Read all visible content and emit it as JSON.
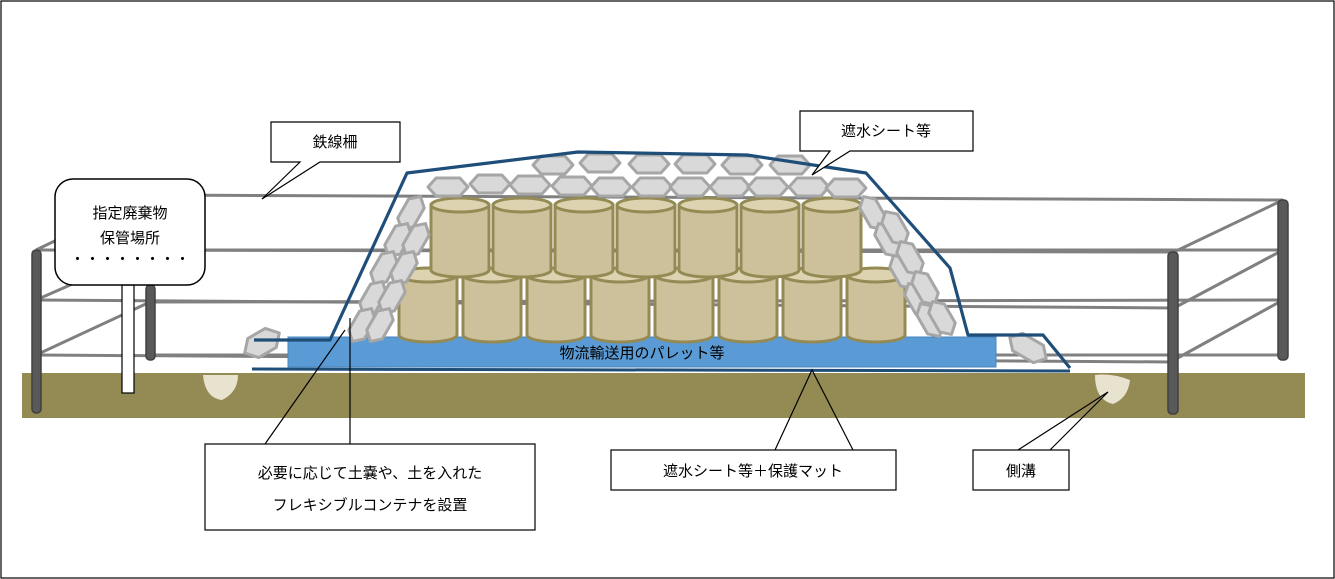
{
  "labels": {
    "fence": "鉄線柵",
    "waterproof_sheet": "遮水シート等",
    "sign_line1": "指定廃棄物",
    "sign_line2": "保管場所",
    "sign_line3": "・・・・・・・・",
    "pallet": "物流輸送用のパレット等",
    "sandbags_line1": "必要に応じて土嚢や、土を入れた",
    "sandbags_line2": "フレキシブルコンテナを設置",
    "base_sheet": "遮水シート等＋保護マット",
    "ditch": "側溝"
  },
  "colors": {
    "ground": "#948A54",
    "cover_line": "#1F4E79",
    "pallet": "#5B9BD5",
    "drum_fill": "#CCC19B",
    "drum_stroke": "#948A54",
    "sandbag_fill": "#D9D9D9",
    "sandbag_stroke": "#A6A6A6",
    "fence_wire": "#808080",
    "post": "#404040"
  }
}
